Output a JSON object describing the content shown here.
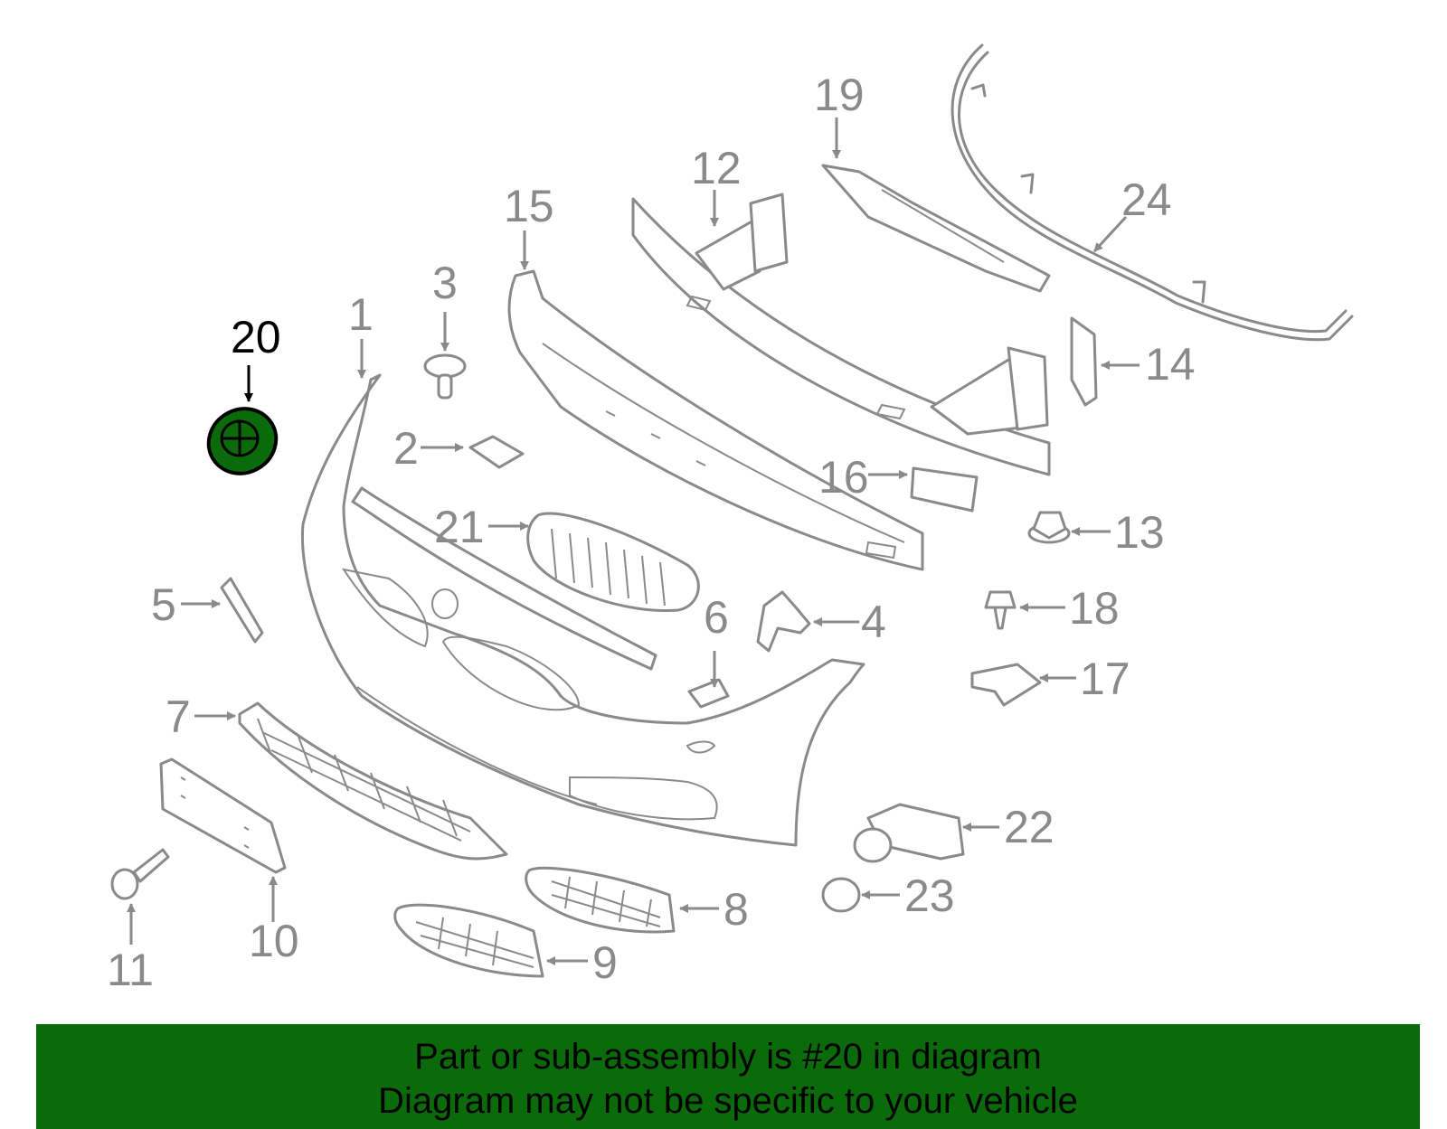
{
  "diagram": {
    "highlight_color": "#0b6b0b",
    "line_color": "#8a8a8a",
    "highlighted_callout": "20",
    "callouts": {
      "c1": "1",
      "c2": "2",
      "c3": "3",
      "c4": "4",
      "c5": "5",
      "c6": "6",
      "c7": "7",
      "c8": "8",
      "c9": "9",
      "c10": "10",
      "c11": "11",
      "c12": "12",
      "c13": "13",
      "c14": "14",
      "c15": "15",
      "c16": "16",
      "c17": "17",
      "c18": "18",
      "c19": "19",
      "c20": "20",
      "c21": "21",
      "c22": "22",
      "c23": "23",
      "c24": "24"
    }
  },
  "banner": {
    "line1": "Part or sub-assembly is #20 in diagram",
    "line2": "Diagram may not be specific to your vehicle",
    "background": "#0b6b0b"
  }
}
